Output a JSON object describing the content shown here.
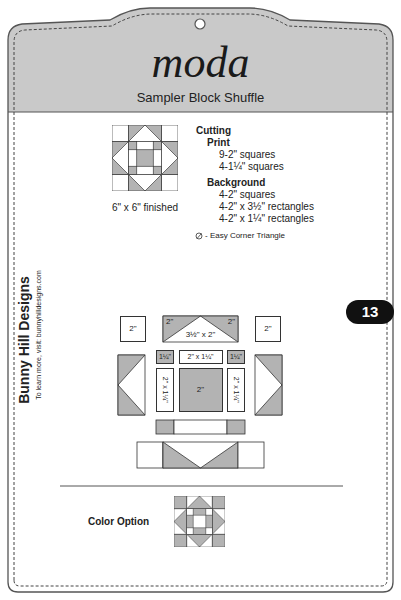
{
  "diagram": {
    "nodes": [
      {
        "text": [
          "moda",
          "Sampler Block Shuffle"
        ]
      },
      {
        "text": [
          "13"
        ]
      },
      {
        "text": [
          "2\""
        ]
      },
      {
        "text": [
          "2\"",
          "2\"",
          "3½\" x 2\""
        ]
      },
      {
        "text": [
          "2\""
        ]
      },
      {
        "text": [
          "1¼\""
        ]
      },
      {
        "text": [
          "2\" x 1¼\""
        ]
      },
      {
        "text": [
          "1¼\""
        ]
      },
      {
        "text": [
          "2\" x 1¼\""
        ]
      },
      {
        "text": [
          "2\""
        ]
      },
      {
        "text": [
          "2\" x 1¼\""
        ]
      }
    ],
    "labels": [
      "Cutting",
      "Print",
      "9-2\" squares",
      "4-1¼\" squares",
      "Background",
      "4-2\" squares",
      "4-2\" x 3½\" rectangles",
      "4-2\" x 1¼\" rectangles",
      "6\" x 6\" finished",
      "- Easy Corner Triangle",
      "Bunny Hill Designs",
      "To learn more, visit: bunnyhilldesigns.com",
      "Color Option"
    ]
  }
}
